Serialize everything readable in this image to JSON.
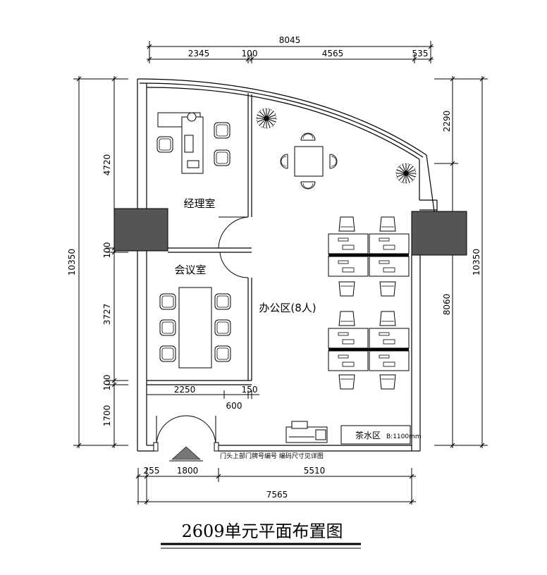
{
  "title": "2609单元平面布置图",
  "rooms": {
    "manager": "经理室",
    "meeting": "会议室",
    "office": "办公区(8人)",
    "tea": "茶水区",
    "tea_note": "B:1100mm"
  },
  "dimensions": {
    "top_total": "8045",
    "top_segments": [
      "2345",
      "100",
      "4565",
      "535"
    ],
    "left_total": "10350",
    "left_segments": [
      "4720",
      "100",
      "3727",
      "100",
      "1700"
    ],
    "right_total": "10350",
    "right_segments": [
      "2290",
      "8060"
    ],
    "bottom_total": "7565",
    "bottom_segments": [
      "255",
      "1800",
      "5510"
    ],
    "inner_2250": "2250",
    "inner_150": "150",
    "inner_600": "600"
  },
  "entrance_note": "门头上部门牌号编号 编码尺寸见详图",
  "colors": {
    "line": "#000000",
    "column_fill": "#555555",
    "background": "#ffffff"
  }
}
